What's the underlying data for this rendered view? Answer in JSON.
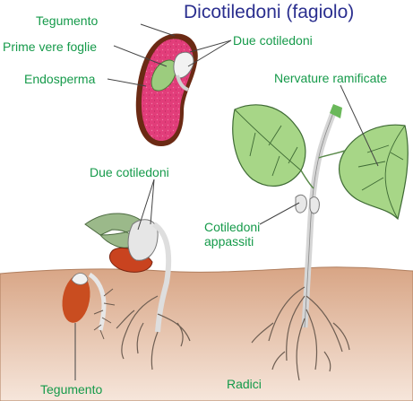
{
  "title": "Dicotiledoni (fagiolo)",
  "labels": {
    "seed_coat_top": "Tegumento",
    "first_leaves": "Prime vere foglie",
    "endosperm": "Endosperma",
    "two_cotyledons_top": "Due cotiledoni",
    "branched_veins": "Nervature ramificate",
    "two_cotyledons_mid": "Due cotiledoni",
    "withered_cotyledons_line1": "Cotiledoni",
    "withered_cotyledons_line2": "appassiti",
    "seed_coat_bottom": "Tegumento",
    "roots": "Radici"
  },
  "colors": {
    "title": "#2b2f8f",
    "label": "#159a4a",
    "leader": "#444444",
    "soil_top": "#d8a585",
    "soil_bottom": "#f4e2d6",
    "seed_pink": "#e23d7a",
    "seed_coat": "#7a2f1a",
    "cotyledon_red": "#c9431f",
    "leaf_green": "#a7d687",
    "stem_gray": "#dadada"
  }
}
